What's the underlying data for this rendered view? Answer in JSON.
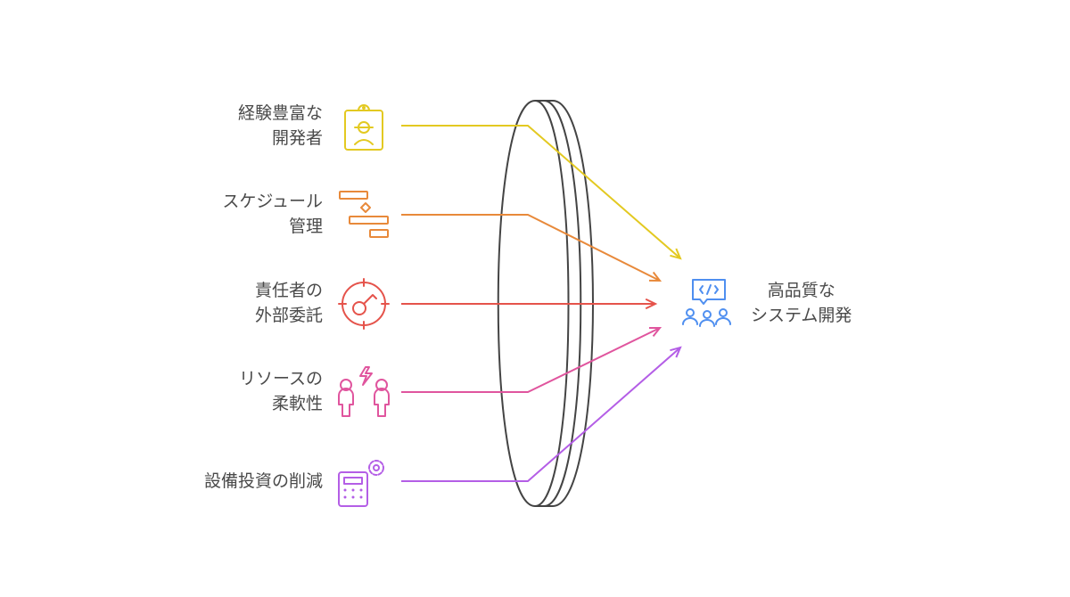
{
  "inputs": [
    {
      "label": "経験豊富な\n開発者",
      "icon": "worker-badge-icon",
      "color": "#e3c921"
    },
    {
      "label": "スケジュール\n管理",
      "icon": "gantt-schedule-icon",
      "color": "#e8893a"
    },
    {
      "label": "責任者の\n外部委託",
      "icon": "key-target-icon",
      "color": "#e5534b"
    },
    {
      "label": "リソースの\n柔軟性",
      "icon": "people-swap-icon",
      "color": "#e0559e"
    },
    {
      "label": "設備投資の削減",
      "icon": "calculator-gear-icon",
      "color": "#b45ee6"
    }
  ],
  "output": {
    "label": "高品質な\nシステム開発",
    "icon": "team-code-icon",
    "color": "#4f8ff0"
  },
  "lens_color": "#444444"
}
